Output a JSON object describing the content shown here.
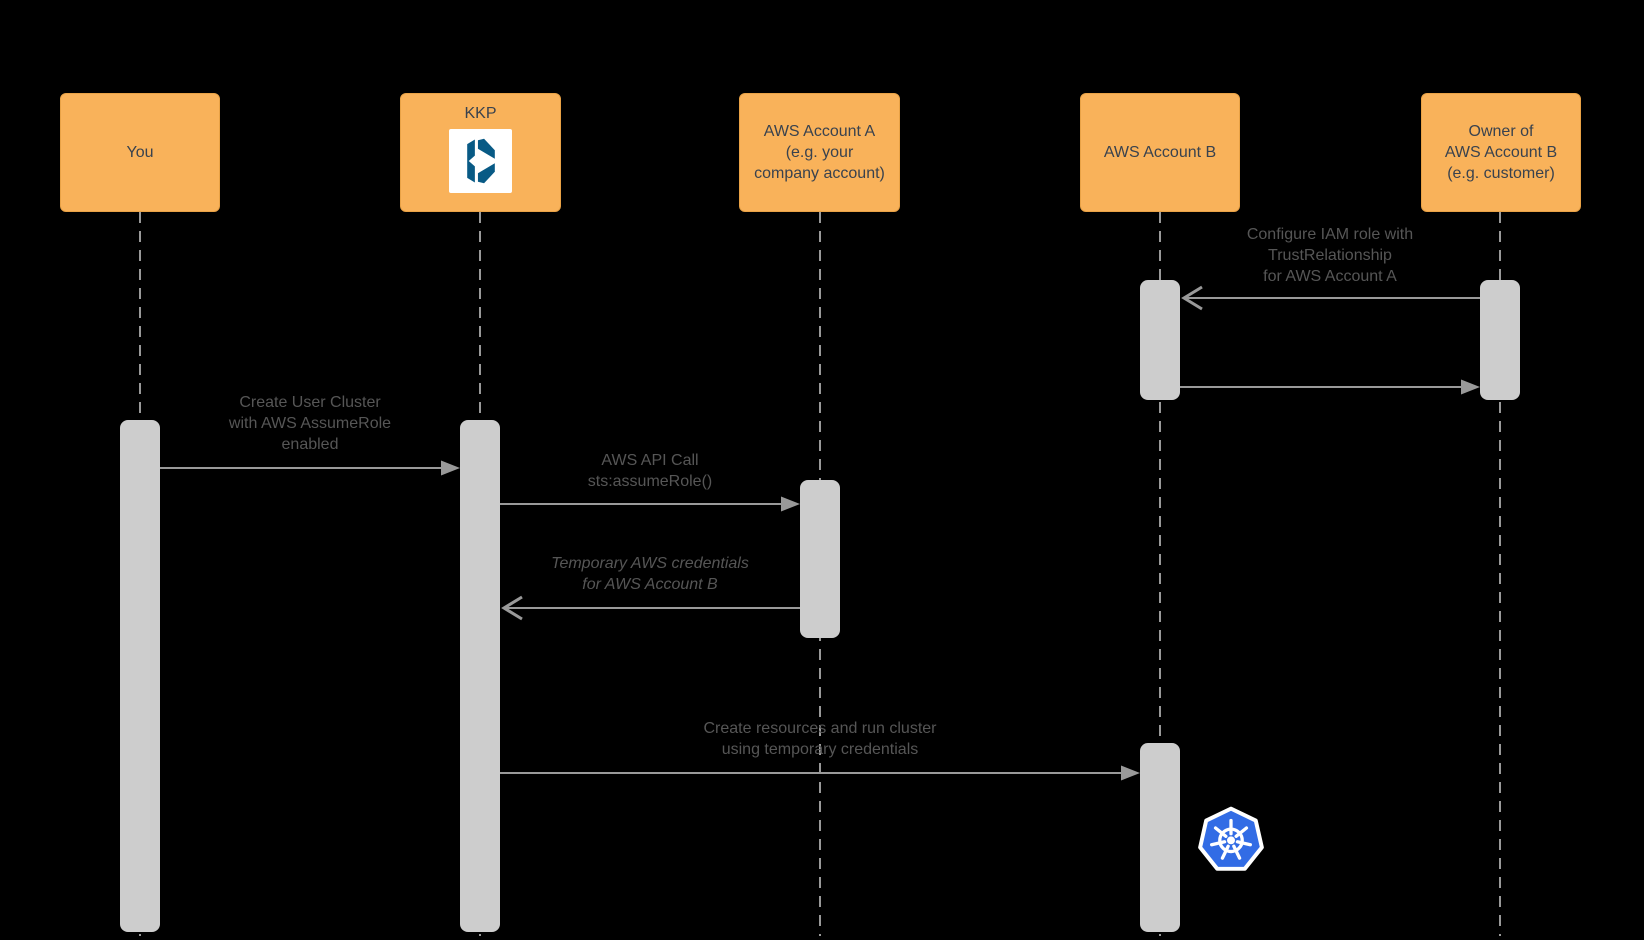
{
  "actors": [
    {
      "id": "you",
      "label": "You"
    },
    {
      "id": "kkp",
      "label": "KKP",
      "icon": "kubermatic-logo"
    },
    {
      "id": "aws-a",
      "label": "AWS Account A\n(e.g. your\ncompany account)"
    },
    {
      "id": "aws-b",
      "label": "AWS Account B"
    },
    {
      "id": "owner",
      "label": "Owner of\nAWS Account B\n(e.g. customer)"
    }
  ],
  "messages": [
    {
      "from": "owner",
      "to": "aws-b",
      "arrowhead": "open",
      "label": "Configure IAM role with\nTrustRelationship\nfor AWS Account A"
    },
    {
      "from": "aws-b",
      "to": "owner",
      "arrowhead": "filled",
      "label": ""
    },
    {
      "from": "you",
      "to": "kkp",
      "arrowhead": "filled",
      "label": "Create User Cluster\nwith AWS AssumeRole\nenabled"
    },
    {
      "from": "kkp",
      "to": "aws-a",
      "arrowhead": "filled",
      "label": "AWS API Call\nsts:assumeRole()"
    },
    {
      "from": "aws-a",
      "to": "kkp",
      "arrowhead": "open",
      "label": "Temporary AWS credentials\nfor AWS Account B",
      "italic": true
    },
    {
      "from": "kkp",
      "to": "aws-b",
      "arrowhead": "filled",
      "label": "Create resources and run cluster\nusing temporary credentials"
    }
  ],
  "icons": {
    "kubermatic": "kubermatic-logo",
    "kubernetes": "kubernetes-logo"
  },
  "colors": {
    "background": "#000000",
    "actor_fill": "#F9B25A",
    "actor_text": "#39424E",
    "activation_fill": "#CDCDCD",
    "line": "#999999",
    "message_text": "#565656",
    "kubernetes_blue": "#326CE5",
    "kubermatic_blue": "#085A85"
  }
}
